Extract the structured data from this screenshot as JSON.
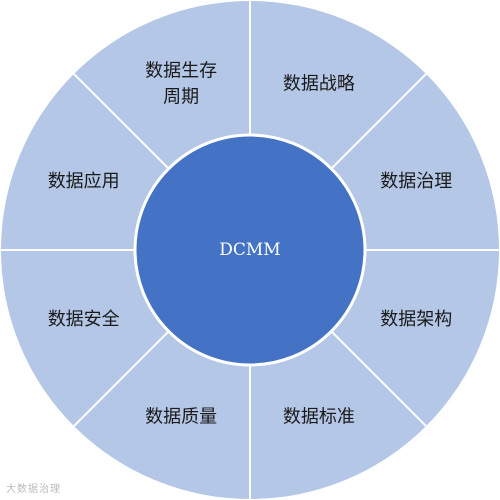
{
  "diagram": {
    "center": {
      "label": "DCMM",
      "color": "#4472C4"
    },
    "ring_color": "#B4C7E7",
    "divider_color": "#ffffff",
    "segments": [
      {
        "lines": [
          "数据战略"
        ]
      },
      {
        "lines": [
          "数据治理"
        ]
      },
      {
        "lines": [
          "数据架构"
        ]
      },
      {
        "lines": [
          "数据标准"
        ]
      },
      {
        "lines": [
          "数据质量"
        ]
      },
      {
        "lines": [
          "数据安全"
        ]
      },
      {
        "lines": [
          "数据应用"
        ]
      },
      {
        "lines": [
          "数据生存",
          "周期"
        ]
      }
    ]
  },
  "watermark": {
    "text": "大数据治理"
  }
}
